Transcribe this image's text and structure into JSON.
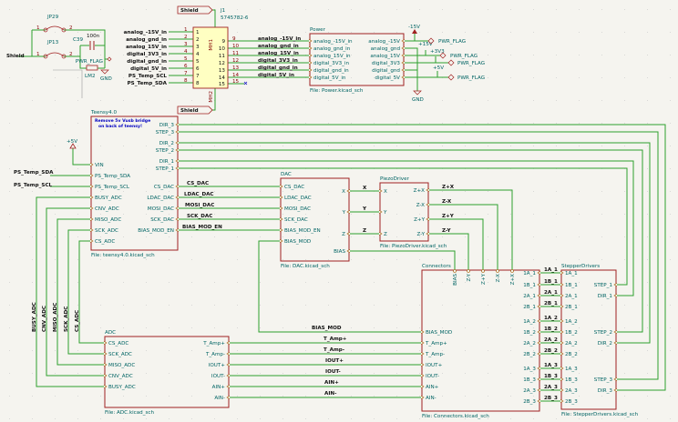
{
  "colors": {
    "background": "#f5f4ef",
    "wire": "#2da02d",
    "sheet_border": "#a02020",
    "port_text": "#006464",
    "component_fill": "#ffffc2"
  },
  "sheets": {
    "teensy": {
      "name": "Teensy4.0",
      "file": "File: teensy4.0.kicad_sch",
      "note": [
        "Remove 5v Vusb bridge",
        "on back of teensy!"
      ],
      "left": [
        "VIN",
        "PS_Temp_SDA",
        "PS_Temp_SCL",
        "BUSY_ADC",
        "CNV_ADC",
        "MISO_ADC",
        "SCK_ADC",
        "CS_ADC"
      ],
      "right": [
        "DIR_3",
        "STEP_3",
        "DIR_2",
        "STEP_2",
        "DIR_1",
        "STEP_1",
        "CS_DAC",
        "LDAC_DAC",
        "MOSI_DAC",
        "SCK_DAC",
        "BIAS_MOD_EN"
      ]
    },
    "dac": {
      "name": "DAC",
      "file": "File: DAC.kicad_sch",
      "left": [
        "CS_DAC",
        "LDAC_DAC",
        "MOSI_DAC",
        "SCK_DAC",
        "BIAS_MOD_EN",
        "BIAS_MOD"
      ],
      "right": [
        "X",
        "Y",
        "Z",
        "BIAS"
      ]
    },
    "piezo": {
      "name": "PiezoDriver",
      "file": "File: PiezoDriver.kicad_sch",
      "left": [
        "X",
        "Y",
        "Z"
      ],
      "right": [
        "Z+X",
        "Z-X",
        "Z+Y",
        "Z-Y"
      ]
    },
    "power": {
      "name": "Power",
      "file": "File: Power.kicad_sch",
      "left": [
        "analog_-15V_in",
        "analog_gnd_in",
        "analog_15V_in",
        "digital_3V3_in",
        "digital_gnd_in",
        "digital_5V_in"
      ],
      "right": [
        "analog_-15V",
        "analog_gnd",
        "analog_15V",
        "digital_3V3",
        "digital_gnd",
        "digital_5V"
      ]
    },
    "conn": {
      "name": "Connectors",
      "file": "File: Connectors.kicad_sch",
      "left": [
        "BIAS_MOD",
        "T_Amp+",
        "T_Amp-",
        "IOUT+",
        "IOUT-",
        "AIN+",
        "AIN-"
      ],
      "right": [
        "1A_1",
        "1B_1",
        "2A_1",
        "2B_1",
        "1A_2",
        "1B_2",
        "2A_2",
        "2B_2",
        "1A_3",
        "1B_3",
        "2A_3",
        "2B_3"
      ],
      "top": [
        "BIAS",
        "Z-Y",
        "Z+Y",
        "Z-X",
        "Z+X"
      ]
    },
    "stepper": {
      "name": "StepperDrivers",
      "file": "File: StepperDrivers.kicad_sch",
      "left": [
        "1A_1",
        "1B_1",
        "2A_1",
        "2B_1",
        "1A_2",
        "1B_2",
        "2A_2",
        "2B_2",
        "1A_3",
        "1B_3",
        "2A_3",
        "2B_3"
      ],
      "right": [
        "STEP_1",
        "DIR_1",
        "STEP_2",
        "DIR_2",
        "STEP_3",
        "DIR_3"
      ]
    },
    "adc": {
      "name": "ADC",
      "file": "File: ADC.kicad_sch",
      "left": [
        "CS_ADC",
        "SCK_ADC",
        "MISO_ADC",
        "CNV_ADC",
        "BUSY_ADC"
      ],
      "right": [
        "T_Amp+",
        "T_Amp-",
        "IOUT+",
        "IOUT-",
        "AIN+",
        "AIN-"
      ]
    }
  },
  "j1": {
    "ref": "J1",
    "value": "5745782-6",
    "left_nets": [
      "analog_-15V_in",
      "analog_gnd_in",
      "analog_15V_in",
      "digital_3V3_in",
      "digital_gnd_in",
      "digital_5V_in",
      "PS_Temp_SCL",
      "PS_Temp_SDA"
    ],
    "right_nets": [
      "analog_-15V_in",
      "analog_gnd_in",
      "analog_15V_in",
      "digital_3V3_in",
      "digital_gnd_in",
      "digital_5V_in"
    ],
    "left_pins": [
      "1",
      "2",
      "3",
      "4",
      "5",
      "6",
      "7",
      "8"
    ],
    "right_pins": [
      "9",
      "10",
      "11",
      "12",
      "13",
      "14",
      "15"
    ],
    "mh1": "MH1",
    "mh2": "MH2"
  },
  "shield_label": "Shield",
  "front": {
    "jp29": "JP29",
    "jp13": "JP13",
    "c39": "C39",
    "c39_value": "100n",
    "lm2": "LM2",
    "gnd": "GND",
    "pwr_flag": "PWR_FLAG",
    "shield_net": "Shield",
    "pin1": "1",
    "pin2": "2"
  },
  "power_symbols": {
    "m15": "-15V",
    "p15": "+15V",
    "p3v3": "+3V3",
    "p5": "+5V",
    "gnd": "GND",
    "flag": "PWR_FLAG"
  },
  "teensy_labels": {
    "p5": "+5V",
    "sda": "PS_Temp_SDA",
    "scl": "PS_Temp_SCL"
  },
  "net_labels": {
    "dac": [
      "CS_DAC",
      "LDAC_DAC",
      "MOSI_DAC",
      "SCK_DAC",
      "BIAS_MOD_EN"
    ],
    "piezo_in": [
      "X",
      "Y",
      "Z"
    ],
    "piezo_out": [
      "Z+X",
      "Z-X",
      "Z+Y",
      "Z-Y"
    ],
    "adc_bus": [
      "BUSY_ADC",
      "CNV_ADC",
      "MISO_ADC",
      "SCK_ADC",
      "CS_ADC"
    ],
    "conn_left": [
      "BIAS_MOD",
      "T_Amp+",
      "T_Amp-",
      "IOUT+",
      "IOUT-",
      "AIN+",
      "AIN-"
    ],
    "stepper": [
      "1A_1",
      "1B_1",
      "2A_1",
      "2B_1",
      "1A_2",
      "1B_2",
      "2A_2",
      "2B_2",
      "1A_3",
      "1B_3",
      "2A_3",
      "2B_3"
    ]
  }
}
